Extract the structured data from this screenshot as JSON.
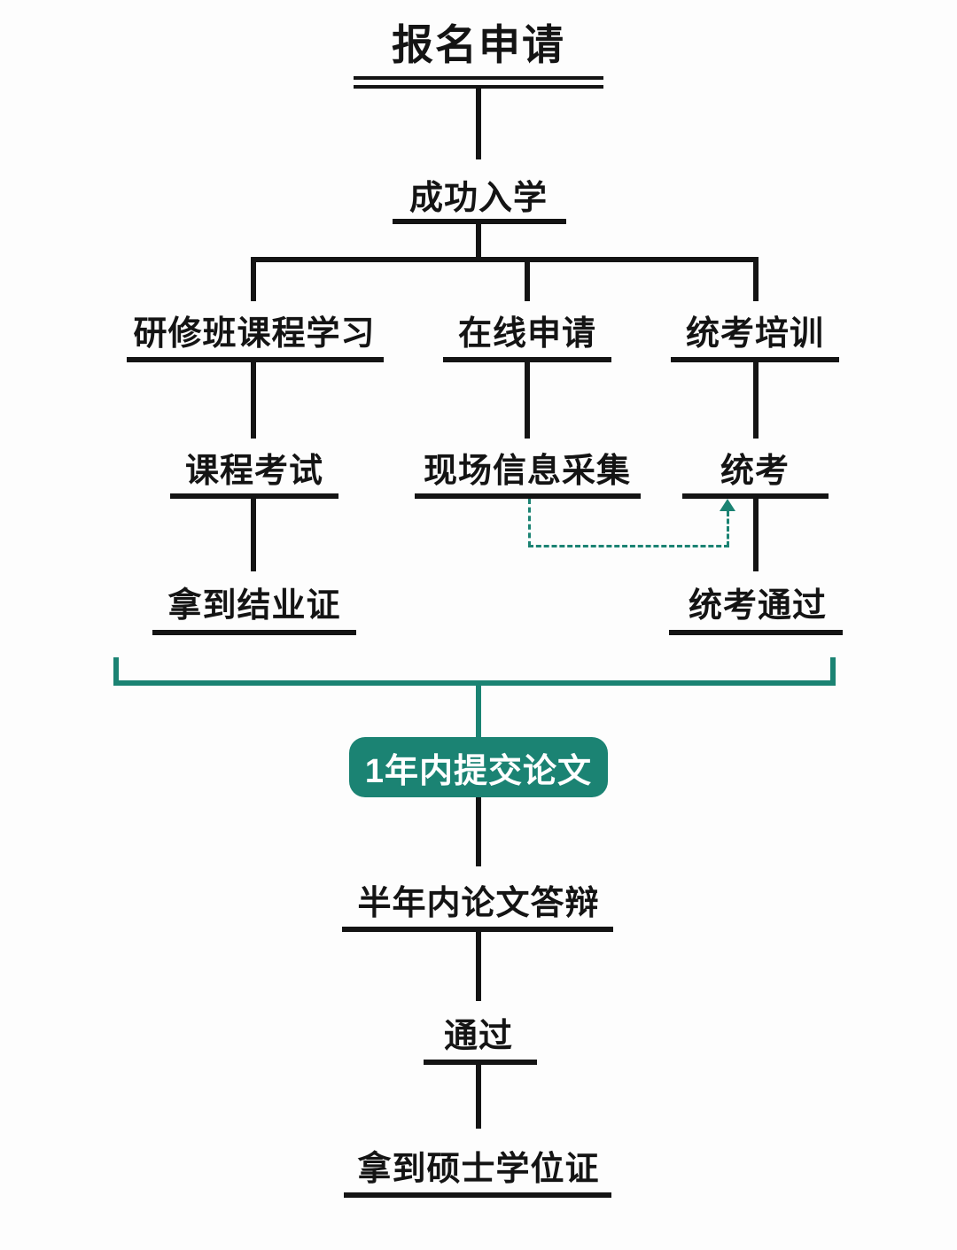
{
  "diagram": {
    "title": "报名申请",
    "nodes": {
      "enrollment": "成功入学",
      "seminar_course": "研修班课程学习",
      "online_application": "在线申请",
      "exam_training": "统考培训",
      "course_exam": "课程考试",
      "info_collection": "现场信息采集",
      "unified_exam": "统考",
      "completion_cert": "拿到结业证",
      "exam_passed": "统考通过",
      "thesis_submission": "1年内提交论文",
      "thesis_defense": "半年内论文答辩",
      "pass": "通过",
      "degree_cert": "拿到硕士学位证"
    },
    "colors": {
      "accent": "#1B8373",
      "ink": "#141414",
      "background": "#FDFDFD"
    }
  }
}
